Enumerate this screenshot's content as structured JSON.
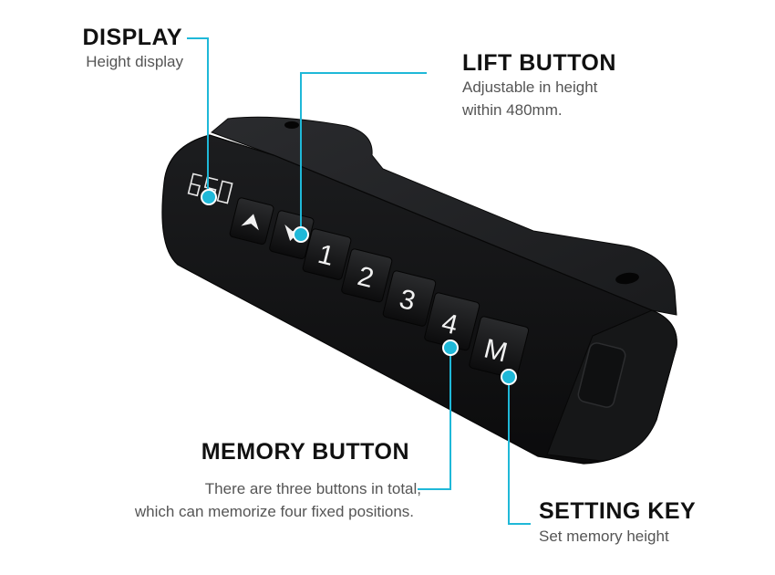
{
  "callouts": {
    "display": {
      "title": "DISPLAY",
      "desc": "Height display"
    },
    "lift": {
      "title": "LIFT BUTTON",
      "desc_line1": "Adjustable in height",
      "desc_line2": "within 480mm."
    },
    "memory": {
      "title": "MEMORY BUTTON",
      "desc_line1": "There are three buttons in total,",
      "desc_line2": "which can memorize four fixed positions."
    },
    "setting": {
      "title": "SETTING KEY",
      "desc": "Set memory height"
    }
  },
  "device": {
    "display_value": "650",
    "keys": {
      "k1": "1",
      "k2": "2",
      "k3": "3",
      "k4": "4",
      "km": "M"
    }
  },
  "colors": {
    "accent": "#1fb8d8",
    "body": "#1c1d1f",
    "body_edge": "#0d0e0f",
    "key": "#141516"
  },
  "icons": {
    "up": "arrow-up-icon",
    "down": "arrow-down-icon"
  }
}
